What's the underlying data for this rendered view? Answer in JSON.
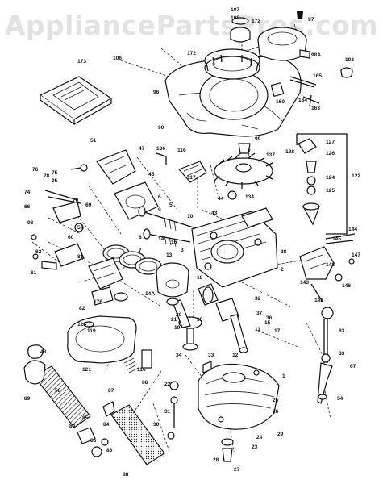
{
  "watermark": "AppliancePartsPros.com",
  "callouts": [
    "107",
    "108",
    "172",
    "97",
    "102",
    "172",
    "98A",
    "165",
    "160",
    "164",
    "163",
    "106",
    "173",
    "96",
    "90",
    "99",
    "137",
    "127",
    "126",
    "128",
    "124",
    "125",
    "122",
    "134",
    "51",
    "47",
    "136",
    "116",
    "117",
    "45",
    "76",
    "78",
    "75",
    "74",
    "95",
    "70",
    "69",
    "44",
    "6",
    "9",
    "5",
    "10",
    "66",
    "93",
    "43",
    "14",
    "13",
    "3",
    "59",
    "60",
    "62",
    "61",
    "81",
    "8",
    "7",
    "16",
    "143",
    "144",
    "145",
    "146",
    "147",
    "148",
    "142",
    "83",
    "32",
    "11",
    "17",
    "15",
    "82",
    "176",
    "14A",
    "18",
    "20",
    "19",
    "21",
    "35",
    "37",
    "36",
    "119",
    "128",
    "121",
    "116",
    "34",
    "33",
    "12",
    "48",
    "58",
    "86",
    "1",
    "22",
    "31",
    "87",
    "84",
    "85",
    "86",
    "25",
    "26",
    "29",
    "27",
    "28",
    "23",
    "24",
    "88",
    "89",
    "85",
    "84",
    "83",
    "54",
    "67",
    "30",
    "38",
    "2"
  ]
}
